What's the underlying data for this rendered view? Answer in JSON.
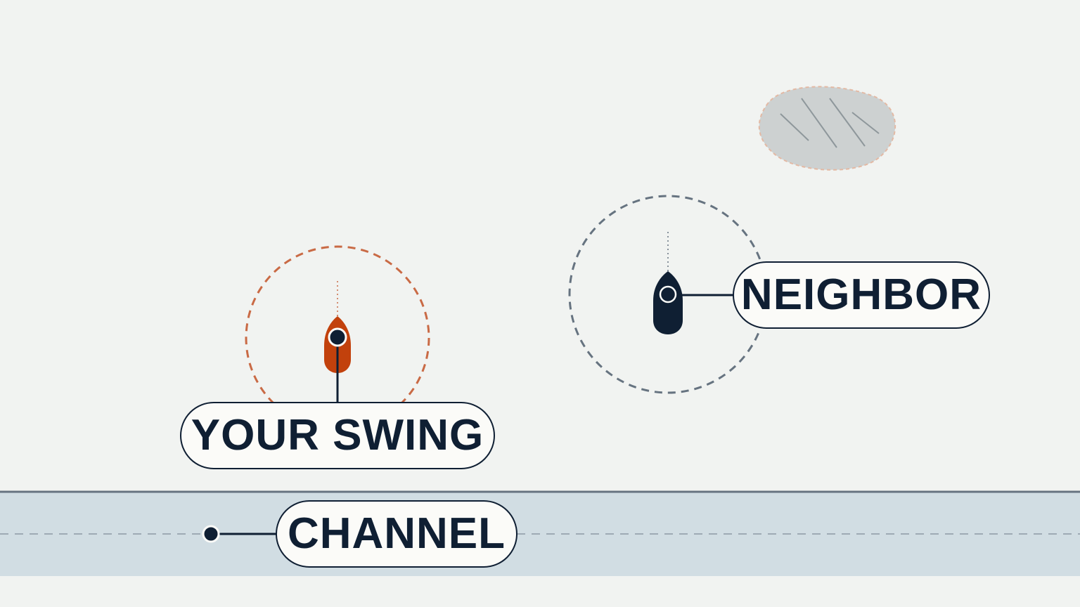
{
  "labels": {
    "your_swing": "YOUR SWING",
    "neighbor": "NEIGHBOR",
    "channel": "CHANNEL"
  },
  "colors": {
    "background": "#f1f3f1",
    "ink": "#0f1f33",
    "your_boat": "#c2410c",
    "your_swing_circle": "#c96a45",
    "neighbor_swing_circle": "#667380",
    "channel_water": "#d1dde3",
    "hazard_rock": "#cdd1d1",
    "label_fill": "#fbfbf8"
  },
  "icons": {
    "your_boat": "boat-icon",
    "neighbor_boat": "boat-icon",
    "hazard": "rock-icon"
  }
}
